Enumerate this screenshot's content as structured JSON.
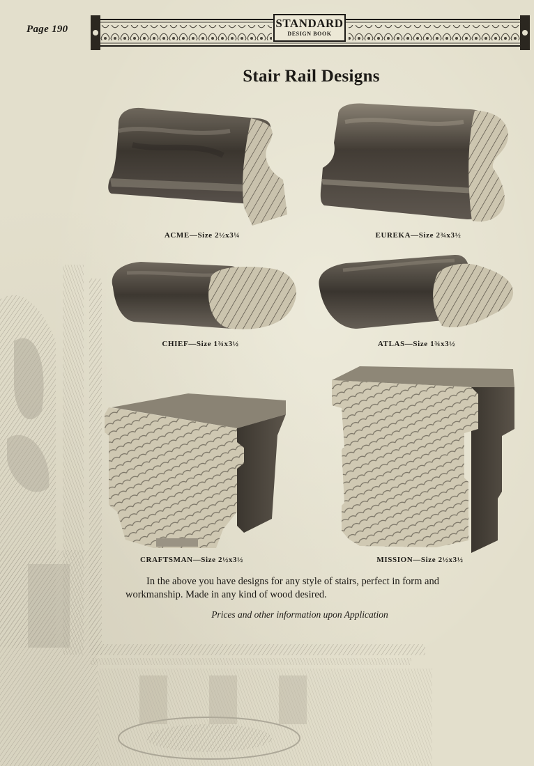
{
  "page": {
    "number": "Page 190",
    "logo_top": "STANDARD",
    "logo_bottom": "DESIGN BOOK",
    "title": "Stair Rail Designs"
  },
  "rails": [
    {
      "name": "ACME",
      "caption": "ACME—Size 2½x3¼"
    },
    {
      "name": "EUREKA",
      "caption": "EUREKA—Size 2¾x3½"
    },
    {
      "name": "CHIEF",
      "caption": "CHIEF—Size 1¾x3½"
    },
    {
      "name": "ATLAS",
      "caption": "ATLAS—Size 1¾x3½"
    },
    {
      "name": "CRAFTSMAN",
      "caption": "CRAFTSMAN—Size 2½x3½"
    },
    {
      "name": "MISSION",
      "caption": "MISSION—Size 2½x3½"
    }
  ],
  "body": {
    "description": "In the above you have designs for any style of stairs, perfect in form and workmanship.   Made in any kind of wood desired.",
    "note": "Prices and other information upon Application"
  }
}
